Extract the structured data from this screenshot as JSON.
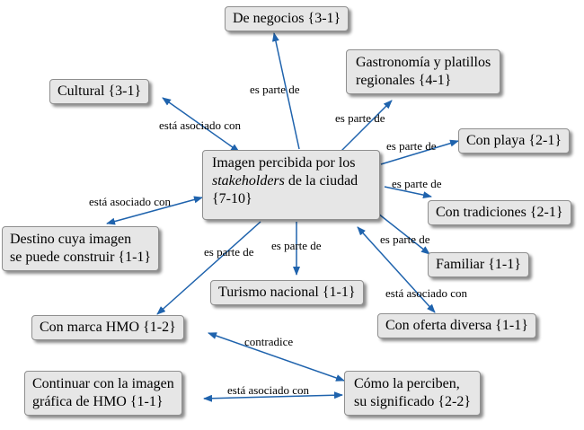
{
  "nodes": {
    "center_pre": "Imagen percibida por los",
    "center_em": "stakeholders",
    "center_post": " de la ciudad",
    "center_tail": "{7-10}",
    "negocios": "De negocios {3-1}",
    "gastro_1": "Gastronomía y platillos",
    "gastro_2": "regionales {4-1}",
    "cultural": "Cultural {3-1}",
    "playa": "Con playa {2-1}",
    "tradiciones": "Con tradiciones {2-1}",
    "destino_1": "Destino cuya imagen",
    "destino_2": "se puede construir  {1-1}",
    "familiar": "Familiar {1-1}",
    "turismo": "Turismo nacional {1-1}",
    "oferta": "Con oferta diversa {1-1}",
    "marca": "Con marca HMO {1-2}",
    "continuar_1": "Continuar con la imagen",
    "continuar_2": "gráfica de HMO {1-1}",
    "como_1": "Cómo la perciben,",
    "como_2": "su significado {2-2}"
  },
  "edges": {
    "negocios": "es parte de",
    "gastro": "es parte de",
    "cultural": "está asociado con",
    "playa": "es parte de",
    "tradiciones": "es parte de",
    "destino": "está asociado con",
    "marca": "es parte de",
    "turismo": "es parte de",
    "familiar": "es parte de",
    "oferta": "está asociado con",
    "contradice": "contradice",
    "continuar": "está asociado con"
  },
  "colors": {
    "edge": "#1f63ad",
    "node_fill": "#e6e6e6",
    "node_border": "#8f8f8f"
  }
}
